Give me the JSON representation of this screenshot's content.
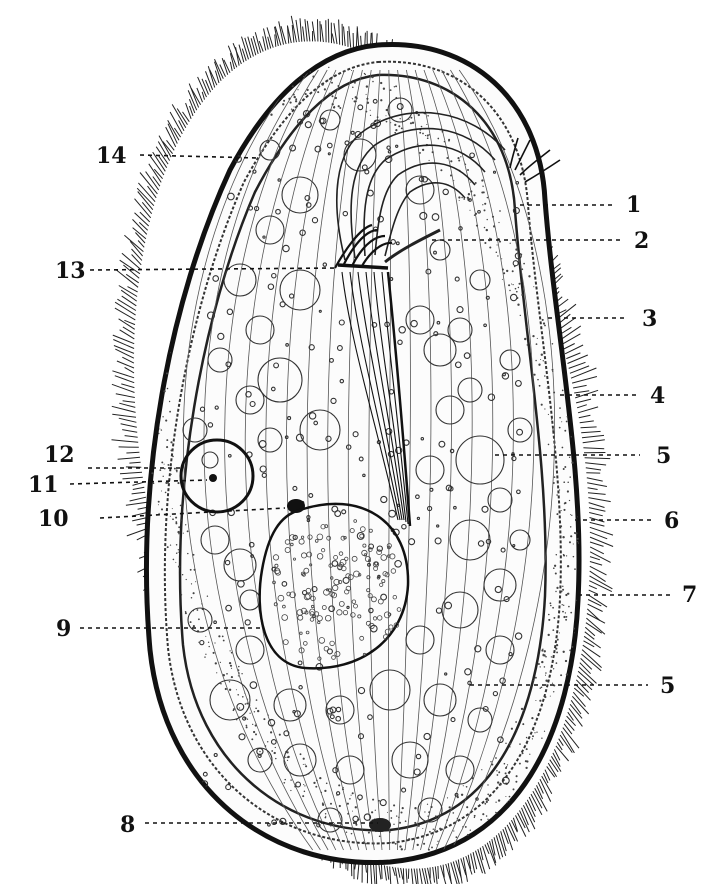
{
  "diagram": {
    "labels": [
      {
        "id": "l1",
        "text": "1"
      },
      {
        "id": "l2",
        "text": "2"
      },
      {
        "id": "l3",
        "text": "3"
      },
      {
        "id": "l4",
        "text": "4"
      },
      {
        "id": "l5a",
        "text": "5"
      },
      {
        "id": "l6",
        "text": "6"
      },
      {
        "id": "l7",
        "text": "7"
      },
      {
        "id": "l5b",
        "text": "5"
      },
      {
        "id": "l8",
        "text": "8"
      },
      {
        "id": "l9",
        "text": "9"
      },
      {
        "id": "l10",
        "text": "10"
      },
      {
        "id": "l11",
        "text": "11"
      },
      {
        "id": "l12",
        "text": "12"
      },
      {
        "id": "l13",
        "text": "13"
      },
      {
        "id": "l14",
        "text": "14"
      }
    ]
  }
}
